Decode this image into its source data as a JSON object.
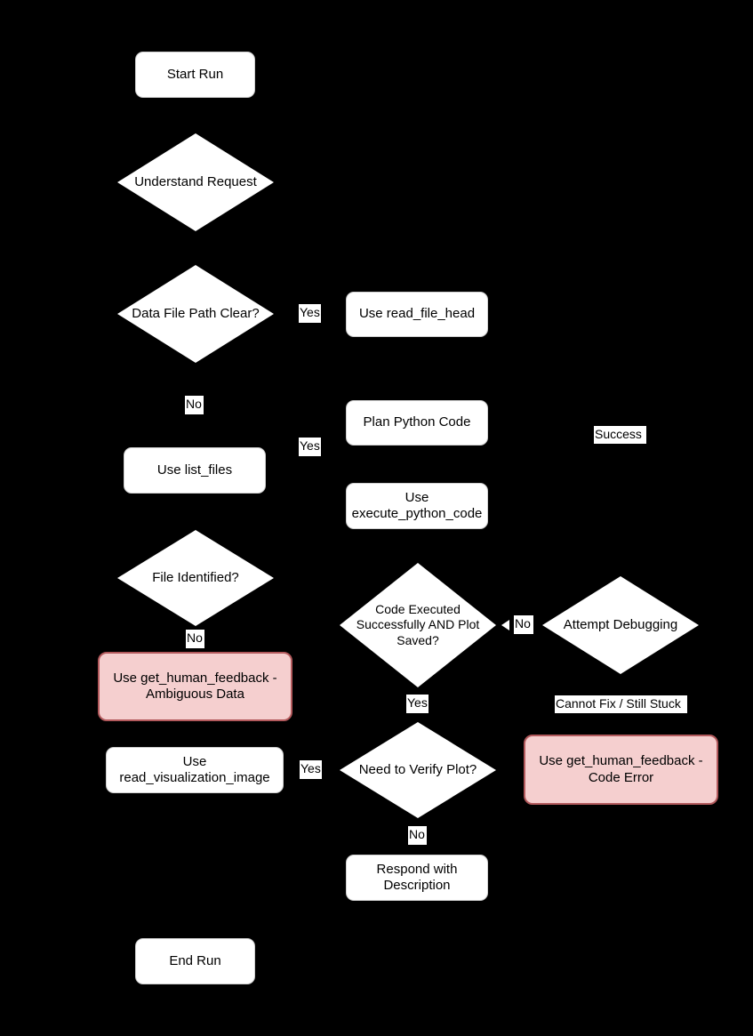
{
  "diagram": {
    "type": "flowchart",
    "background_color": "#000000",
    "node_fill": "#ffffff",
    "highlight_fill": "#f5cfcf",
    "highlight_border": "#b2595c",
    "text_color": "#000000",
    "nodes": [
      {
        "id": "start",
        "shape": "rounded-box",
        "label": "Start Run"
      },
      {
        "id": "understand",
        "shape": "diamond",
        "label": "Understand Request"
      },
      {
        "id": "path_clear",
        "shape": "diamond",
        "label": "Data File Path Clear?"
      },
      {
        "id": "read_head",
        "shape": "rounded-box",
        "label": "Use read_file_head"
      },
      {
        "id": "plan_code",
        "shape": "rounded-box",
        "label": "Plan Python Code"
      },
      {
        "id": "list_files",
        "shape": "rounded-box",
        "label": "Use list_files"
      },
      {
        "id": "exec_code",
        "shape": "rounded-box",
        "label": "Use\nexecute_python_code"
      },
      {
        "id": "file_ident",
        "shape": "diamond",
        "label": "File Identified?"
      },
      {
        "id": "code_ok",
        "shape": "diamond",
        "label": "Code Executed\nSuccessfully AND Plot\nSaved?"
      },
      {
        "id": "debug",
        "shape": "diamond",
        "label": "Attempt Debugging"
      },
      {
        "id": "hf_ambiguous",
        "shape": "rounded-box",
        "label": "Use get_human_feedback -\nAmbiguous Data",
        "highlight": true
      },
      {
        "id": "read_viz",
        "shape": "rounded-box",
        "label": "Use\nread_visualization_image"
      },
      {
        "id": "verify_plot",
        "shape": "diamond",
        "label": "Need to Verify Plot?"
      },
      {
        "id": "hf_code_err",
        "shape": "rounded-box",
        "label": "Use get_human_feedback -\nCode Error",
        "highlight": true
      },
      {
        "id": "respond",
        "shape": "rounded-box",
        "label": "Respond with\nDescription"
      },
      {
        "id": "end",
        "shape": "rounded-box",
        "label": "End Run"
      }
    ],
    "edge_labels": [
      {
        "id": "lbl_yes_1",
        "text": "Yes",
        "from": "path_clear",
        "to": "read_head"
      },
      {
        "id": "lbl_no_1",
        "text": "No",
        "from": "path_clear",
        "to": "list_files"
      },
      {
        "id": "lbl_yes_2",
        "text": "Yes",
        "from": "file_ident",
        "to": "plan_code"
      },
      {
        "id": "lbl_success",
        "text": "Success",
        "from": "debug",
        "to": "exec_code"
      },
      {
        "id": "lbl_no_2",
        "text": "No",
        "from": "file_ident",
        "to": "hf_ambiguous"
      },
      {
        "id": "lbl_no_3",
        "text": "No",
        "from": "code_ok",
        "to": "debug"
      },
      {
        "id": "lbl_yes_3",
        "text": "Yes",
        "from": "code_ok",
        "to": "verify_plot"
      },
      {
        "id": "lbl_stuck",
        "text": "Cannot Fix / Still Stuck",
        "from": "debug",
        "to": "hf_code_err"
      },
      {
        "id": "lbl_yes_4",
        "text": "Yes",
        "from": "verify_plot",
        "to": "read_viz"
      },
      {
        "id": "lbl_no_4",
        "text": "No",
        "from": "verify_plot",
        "to": "respond"
      }
    ]
  }
}
